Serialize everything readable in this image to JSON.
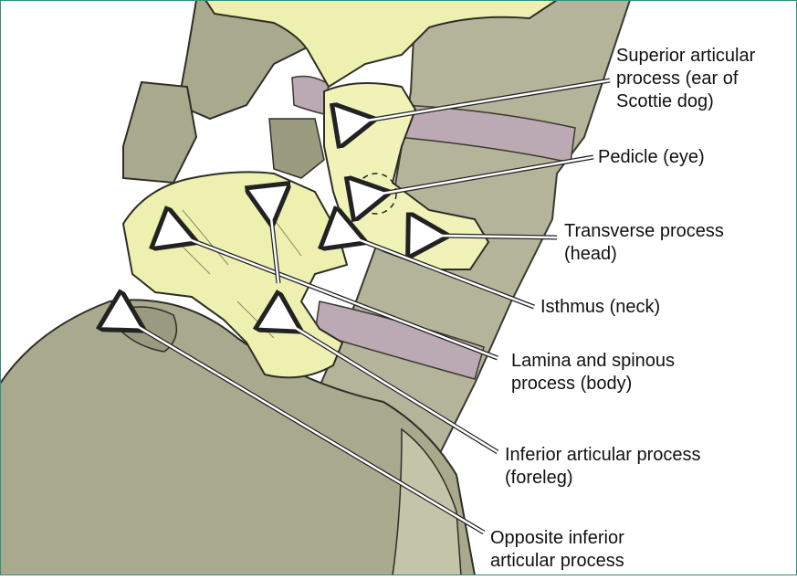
{
  "colors": {
    "bone_grey": "#a8a88c",
    "bone_grey_dark": "#8a8a70",
    "scottie_yellow": "#eef0a8",
    "disc_mauve": "#b7a7b0",
    "arrow_fill": "#ffffff",
    "arrow_stroke": "#222222",
    "frame": "#2f8f7e"
  },
  "labels": {
    "superior": [
      "Superior articular",
      "process (ear of",
      "Scottie dog)"
    ],
    "pedicle": [
      "Pedicle (eye)"
    ],
    "transverse": [
      "Transverse process",
      "(head)"
    ],
    "isthmus": [
      "Isthmus (neck)"
    ],
    "lamina": [
      "Lamina and spinous",
      "process (body)"
    ],
    "inferior": [
      "Inferior articular process",
      "(foreleg)"
    ],
    "opposite": [
      "Opposite inferior",
      "articular process"
    ]
  }
}
